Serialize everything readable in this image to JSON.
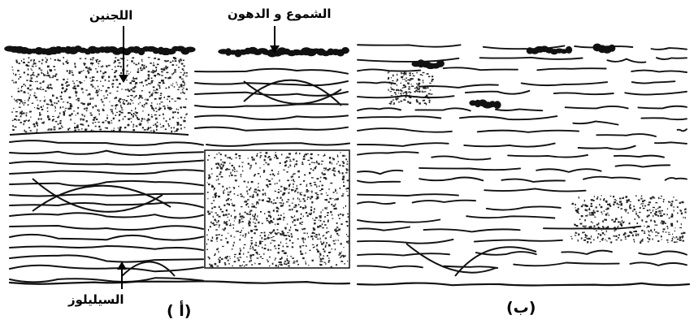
{
  "labels": {
    "lignin": "اللجنين",
    "waxes": "الشموع و الدهون",
    "cellulose": "السيليلوز",
    "panel_a": "(أ )",
    "panel_b": "(ب)"
  }
}
